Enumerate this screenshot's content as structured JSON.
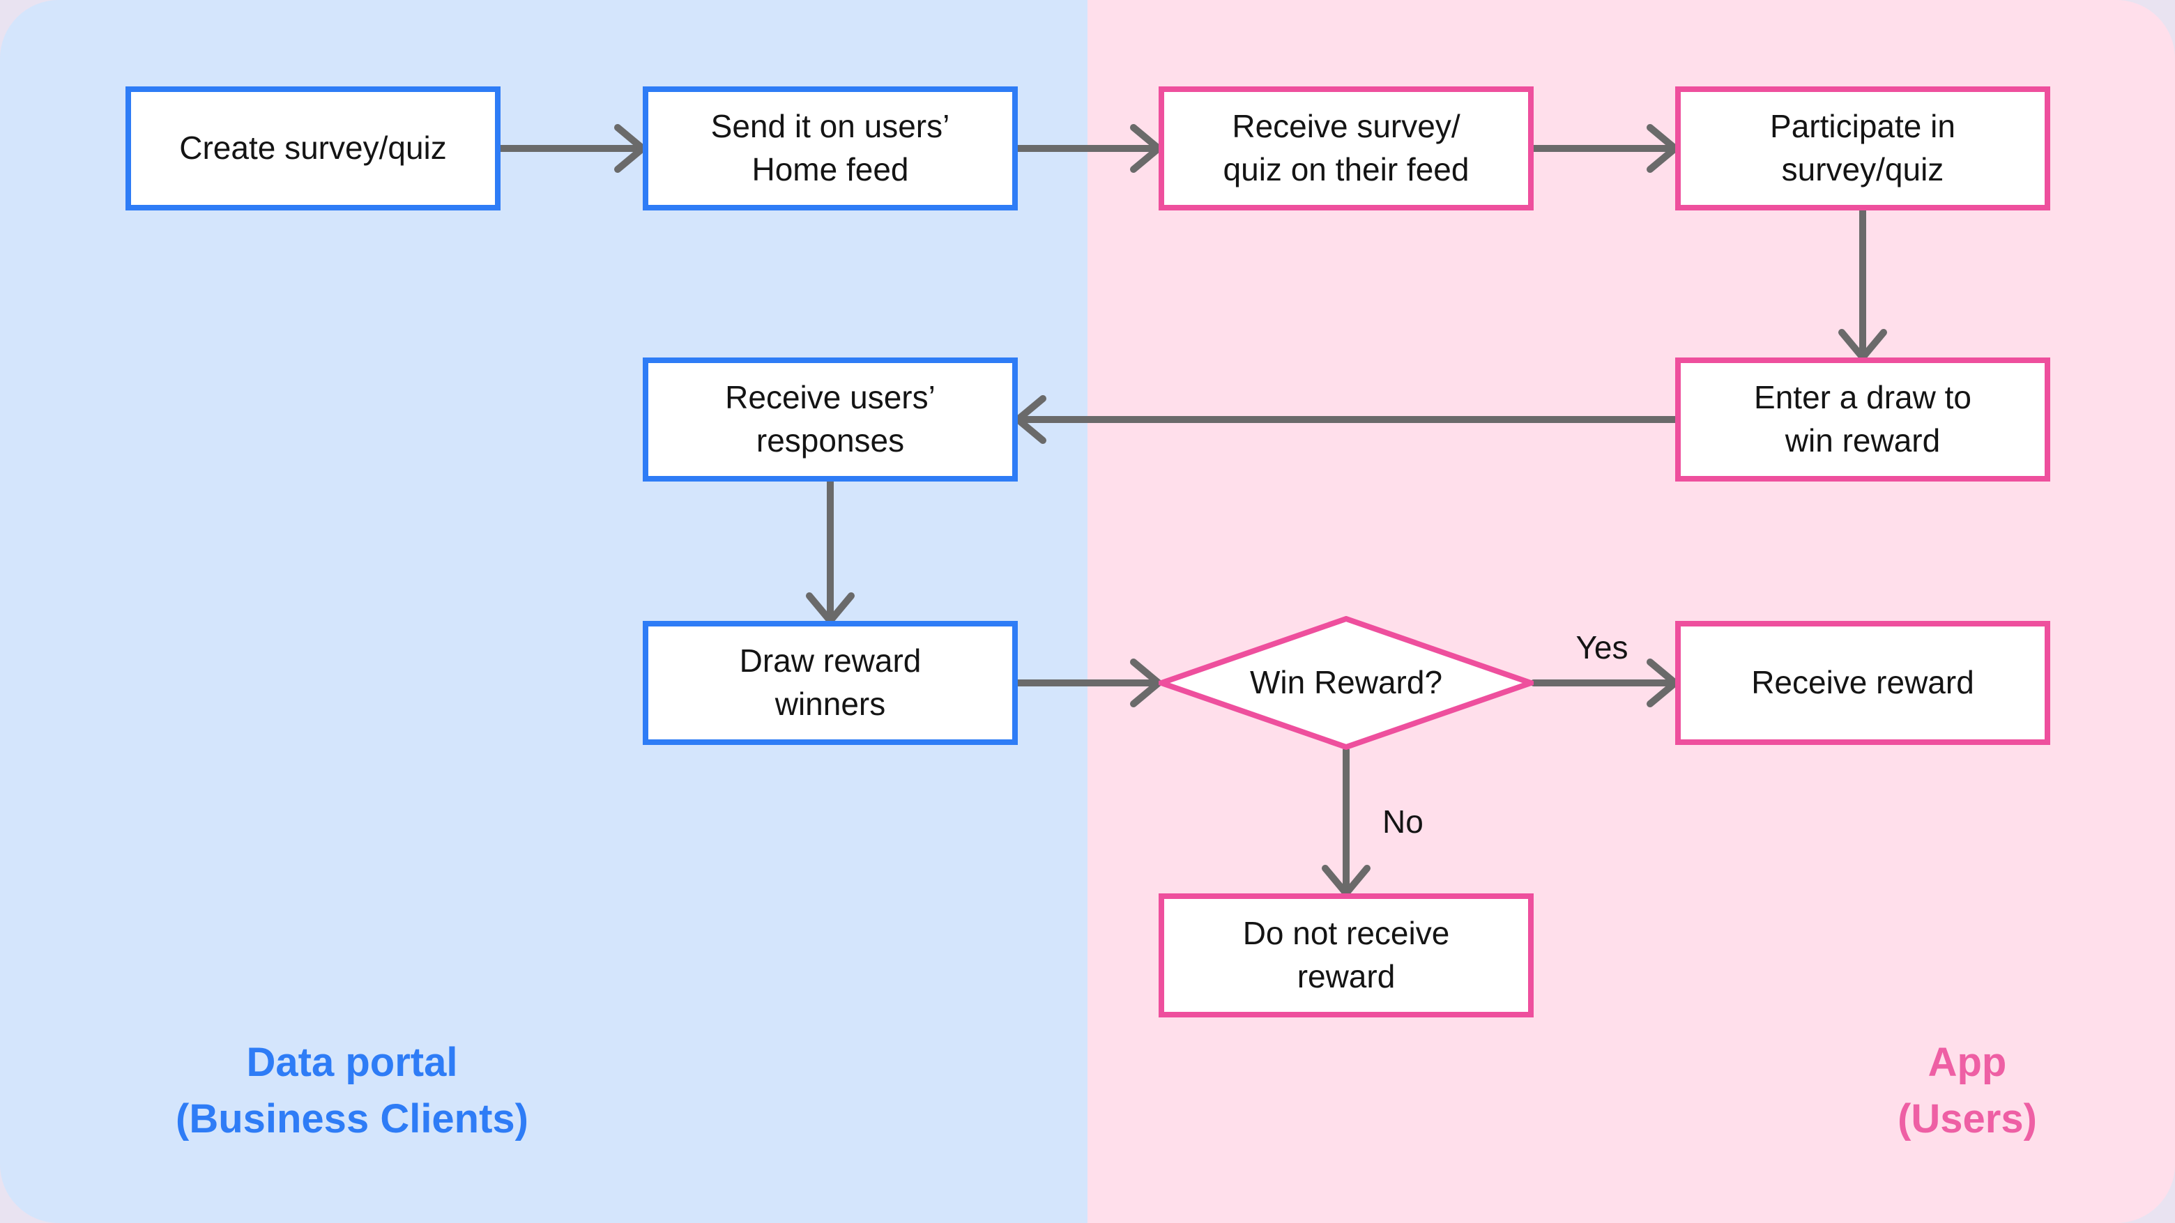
{
  "diagram": {
    "lanes": [
      {
        "id": "data-portal",
        "label": "Data portal\n(Business Clients)",
        "bg": "#D4E5FC",
        "label_color": "#2E7CF6"
      },
      {
        "id": "app",
        "label": "App\n(Users)",
        "bg": "#FFDFEB",
        "label_color": "#EE5FA4"
      }
    ],
    "nodes": [
      {
        "id": "create",
        "shape": "rect",
        "lane": "data-portal",
        "col": 1,
        "row": 1,
        "label": "Create survey/quiz"
      },
      {
        "id": "send",
        "shape": "rect",
        "lane": "data-portal",
        "col": 2,
        "row": 1,
        "label": "Send it on users’\nHome feed"
      },
      {
        "id": "receive-survey",
        "shape": "rect",
        "lane": "app",
        "col": 3,
        "row": 1,
        "label": "Receive survey/\nquiz on their feed"
      },
      {
        "id": "participate",
        "shape": "rect",
        "lane": "app",
        "col": 4,
        "row": 1,
        "label": "Participate in\nsurvey/quiz"
      },
      {
        "id": "enter-draw",
        "shape": "rect",
        "lane": "app",
        "col": 4,
        "row": 2,
        "label": "Enter a draw to\nwin reward"
      },
      {
        "id": "receive-responses",
        "shape": "rect",
        "lane": "data-portal",
        "col": 2,
        "row": 2,
        "label": "Receive users’\nresponses"
      },
      {
        "id": "draw-winners",
        "shape": "rect",
        "lane": "data-portal",
        "col": 2,
        "row": 3,
        "label": "Draw reward\nwinners"
      },
      {
        "id": "win-reward",
        "shape": "diamond",
        "lane": "app",
        "col": 3,
        "row": 3,
        "label": "Win Reward?"
      },
      {
        "id": "receive-reward",
        "shape": "rect",
        "lane": "app",
        "col": 4,
        "row": 3,
        "label": "Receive reward"
      },
      {
        "id": "no-reward",
        "shape": "rect",
        "lane": "app",
        "col": 3,
        "row": 4,
        "label": "Do not receive\nreward"
      }
    ],
    "edges": [
      {
        "from": "create",
        "to": "send",
        "label": ""
      },
      {
        "from": "send",
        "to": "receive-survey",
        "label": ""
      },
      {
        "from": "receive-survey",
        "to": "participate",
        "label": ""
      },
      {
        "from": "participate",
        "to": "enter-draw",
        "label": ""
      },
      {
        "from": "enter-draw",
        "to": "receive-responses",
        "label": ""
      },
      {
        "from": "receive-responses",
        "to": "draw-winners",
        "label": ""
      },
      {
        "from": "draw-winners",
        "to": "win-reward",
        "label": ""
      },
      {
        "from": "win-reward",
        "to": "receive-reward",
        "label": "Yes"
      },
      {
        "from": "win-reward",
        "to": "no-reward",
        "label": "No"
      }
    ],
    "colors": {
      "blue_border": "#2E7CF6",
      "pink_border": "#EE4F9D",
      "node_bg": "#FFFFFF",
      "arrow": "#6A6A6A",
      "text": "#141414",
      "outer_bg": "#E9E3F1"
    }
  }
}
